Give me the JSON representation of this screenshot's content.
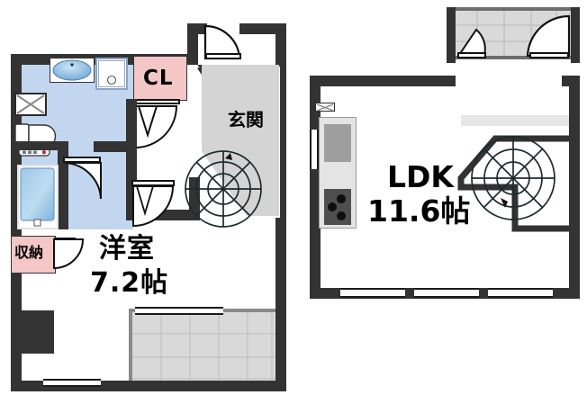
{
  "document": {
    "type": "floor-plan",
    "language": "ja",
    "units": "帖 (tatami mats)"
  },
  "left_floor": {
    "name": "lower-floor-plan",
    "rooms": [
      {
        "id": "cl",
        "label": "CL",
        "kind": "closet",
        "color": "#f5c6c6"
      },
      {
        "id": "genkan",
        "label": "玄関",
        "kind": "entrance",
        "color": "#d4d4d4"
      },
      {
        "id": "shuno",
        "label": "収納",
        "kind": "storage",
        "color": "#f5c6c6"
      },
      {
        "id": "washitsu",
        "label": "洋室",
        "kind": "western-room",
        "color": "#ffffff"
      }
    ],
    "room_area": {
      "name": "洋室",
      "size": "7.2帖"
    },
    "fixtures": [
      {
        "id": "vanity-basin",
        "label": "洗面台",
        "kind": "round-basin"
      },
      {
        "id": "washer-space",
        "label": "洗濯機置場",
        "kind": "washing-machine"
      },
      {
        "id": "toilet",
        "label": "トイレ",
        "kind": "toilet"
      },
      {
        "id": "bathtub",
        "label": "浴槽",
        "kind": "bathtub"
      },
      {
        "id": "window-x",
        "label": "窓",
        "kind": "window-mark"
      },
      {
        "id": "spiral-stair",
        "label": "階段",
        "kind": "spiral-staircase"
      }
    ],
    "balcony": {
      "label": "バルコニー",
      "kind": "tiled-balcony"
    }
  },
  "right_floor": {
    "name": "upper-floor-plan",
    "room_area": {
      "name": "LDK",
      "size": "11.6帖"
    },
    "fixtures": [
      {
        "id": "kitchen-counter",
        "label": "キッチン",
        "kind": "kitchen-counter"
      },
      {
        "id": "sink",
        "label": "シンク",
        "kind": "sink"
      },
      {
        "id": "stove",
        "label": "コンロ",
        "kind": "three-burner-stove"
      },
      {
        "id": "spiral-stair",
        "label": "階段",
        "kind": "spiral-staircase"
      },
      {
        "id": "window-x",
        "label": "窓",
        "kind": "window-mark"
      }
    ],
    "balcony": {
      "label": "バルコニー",
      "kind": "tiled-balcony"
    },
    "windows_bottom_count": 3
  },
  "palette": {
    "wall": "#333333",
    "bath_blue": "#c3d6f0",
    "closet_pink": "#f5c6c6",
    "entrance_gray": "#d4d4d4",
    "balcony_tile": "#d9d9d9",
    "text": "#000000",
    "background": "#ffffff"
  }
}
